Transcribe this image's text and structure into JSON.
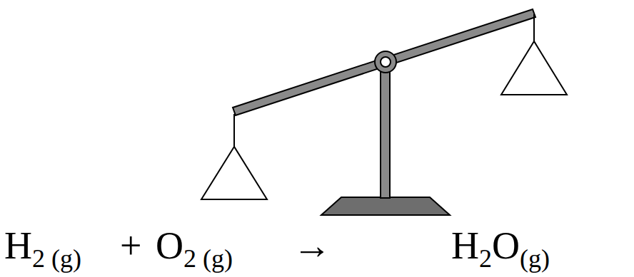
{
  "diagram": {
    "labels": [
      "H2 (g)",
      "+",
      "O2 (g)",
      "→",
      "H2O(g)"
    ]
  }
}
